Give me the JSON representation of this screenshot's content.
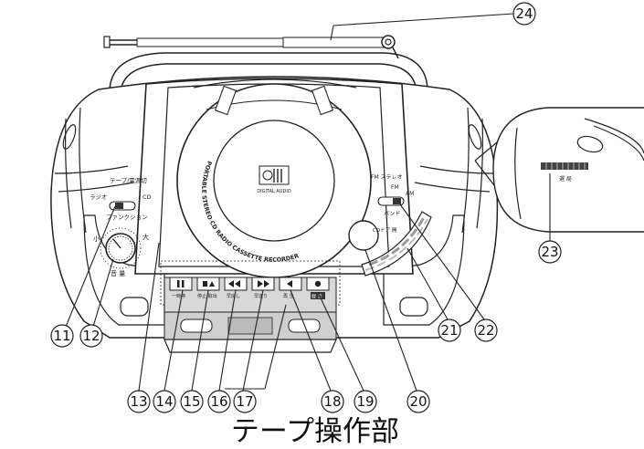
{
  "callouts": [
    "11",
    "12",
    "13",
    "14",
    "15",
    "16",
    "17",
    "18",
    "19",
    "20",
    "21",
    "22",
    "23",
    "24"
  ],
  "caption": "テープ操作部",
  "cd_logo": {
    "mark": "disc",
    "sub": "DIGITAL AUDIO"
  },
  "lid_arc_text": "PORTABLE STEREO CD RADIO CASSETTE RECORDER",
  "function_switch": {
    "top": "テープ/電源切",
    "left": "ラジオ",
    "right": "CD",
    "bottom": "ファンクション"
  },
  "volume": {
    "min": "小",
    "max": "大",
    "label": "音 量"
  },
  "band_switch": {
    "fm_stereo": "FM ステレオ",
    "fm": "FM",
    "am": "AM",
    "label": "バンド"
  },
  "cd_door": "CDドア 開",
  "inset_label": "選 局",
  "tape_buttons": [
    {
      "icon": "pause",
      "label": "一時停"
    },
    {
      "icon": "stop-eject",
      "label": "停止/取出"
    },
    {
      "icon": "rewind",
      "label": "早戻し"
    },
    {
      "icon": "fast-forward",
      "label": "早送り"
    },
    {
      "icon": "play",
      "label": "再 生"
    },
    {
      "icon": "record",
      "label": "録 音"
    }
  ]
}
